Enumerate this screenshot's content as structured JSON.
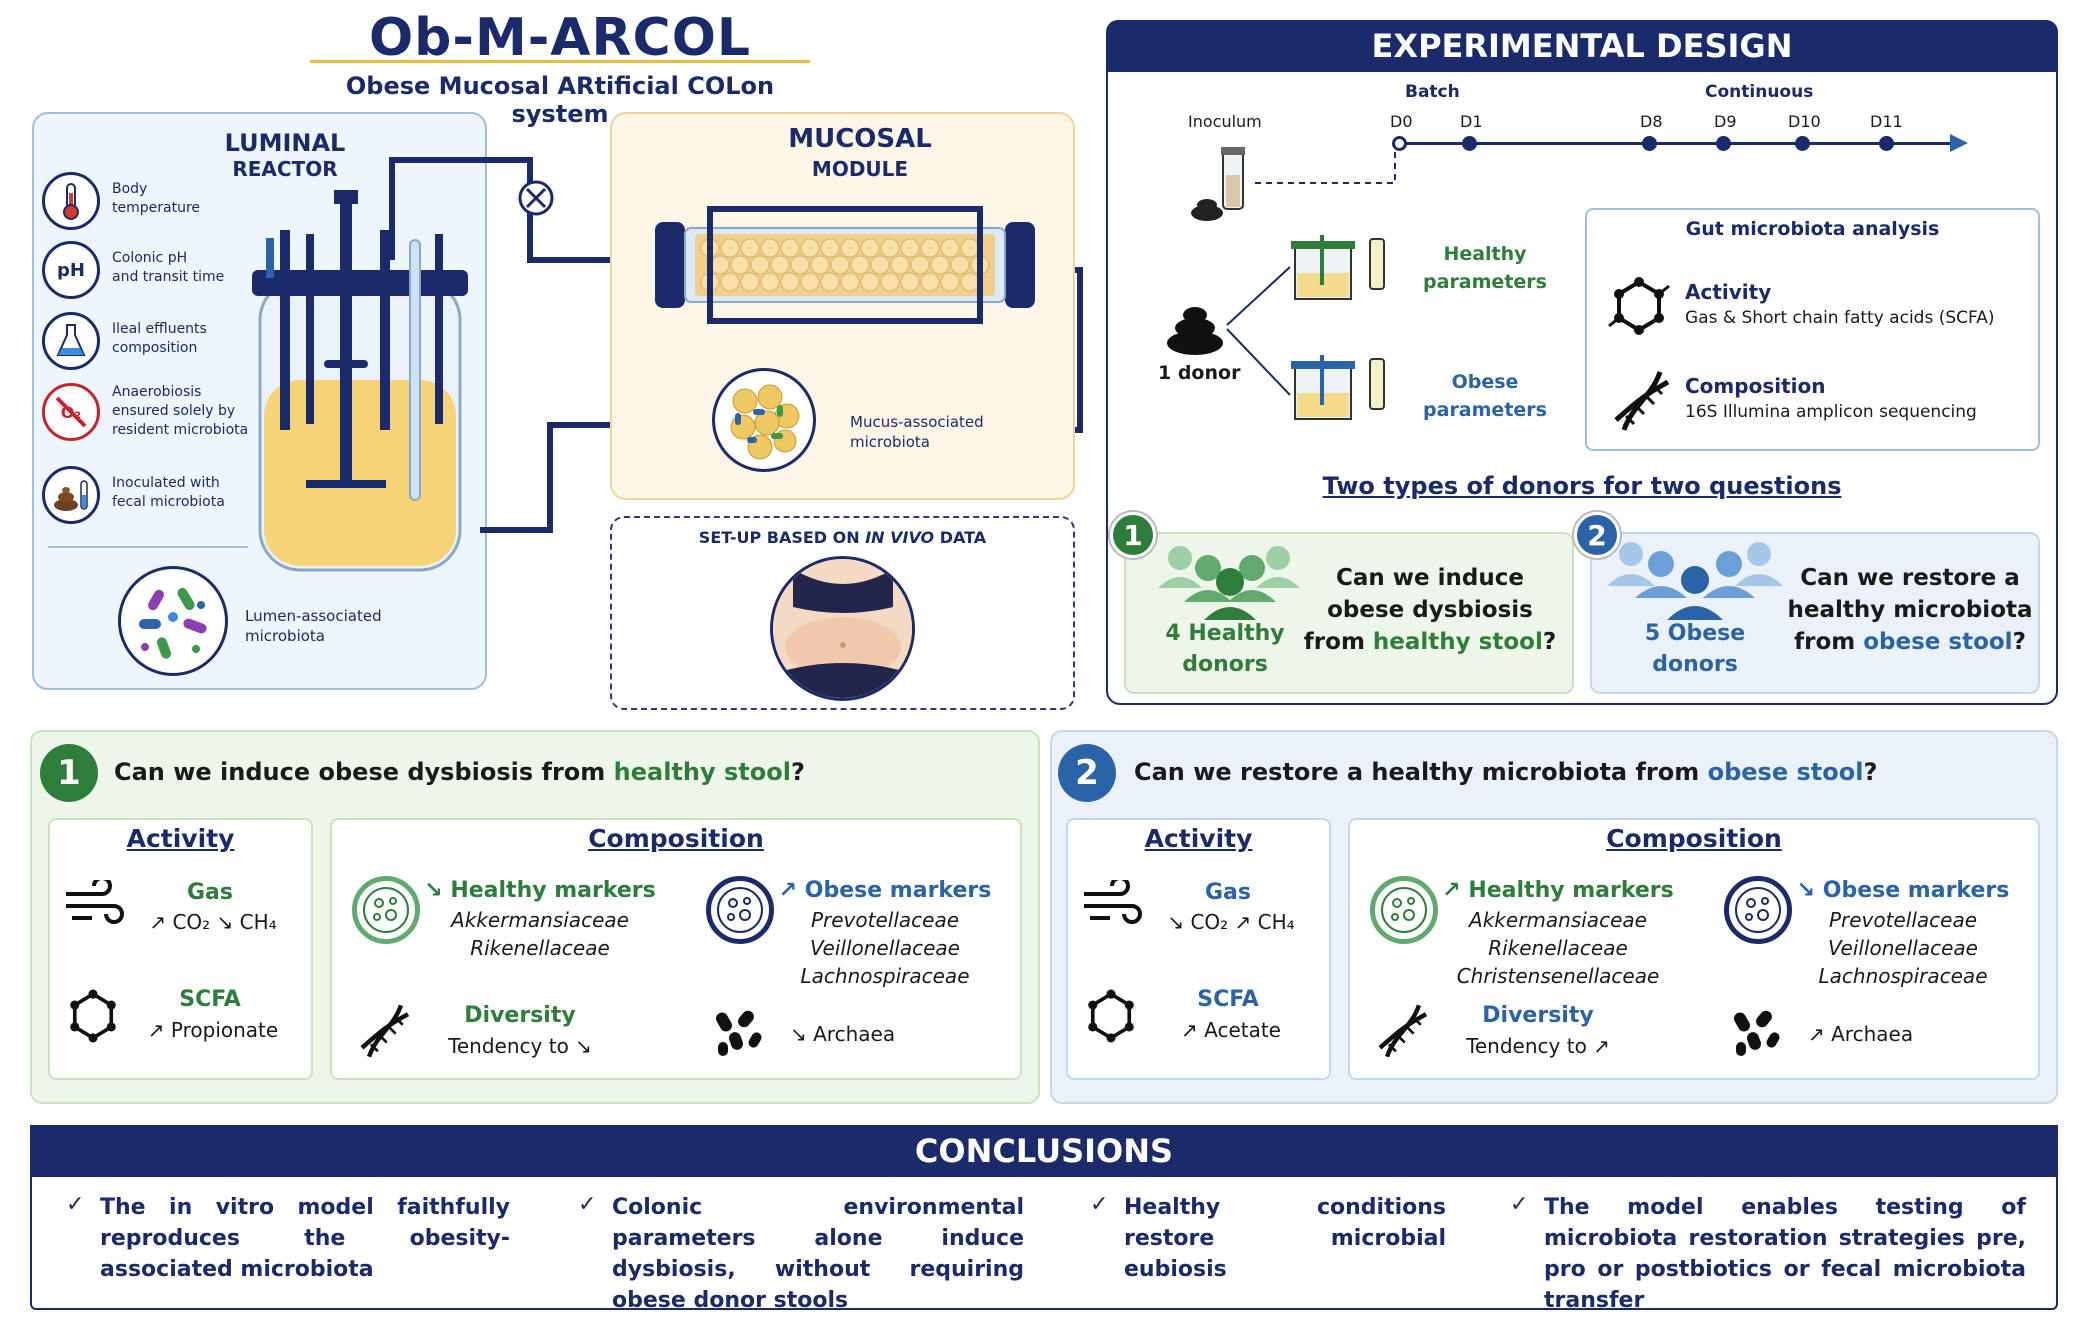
{
  "header": {
    "title": "Ob-M-ARCOL",
    "subtitle": "Obese Mucosal ARtificial COLon system"
  },
  "luminal": {
    "title_line1": "LUMINAL",
    "title_line2": "REACTOR",
    "params": [
      {
        "line1": "Body",
        "line2": "temperature",
        "icon": "thermometer-icon"
      },
      {
        "line1": "Colonic pH",
        "line2": "and transit time",
        "icon": "ph-clock-icon"
      },
      {
        "line1": "Ileal effluents",
        "line2": "composition",
        "icon": "flask-icon"
      },
      {
        "line1": "Anaerobiosis",
        "line2": "ensured solely by",
        "line3": "resident microbiota",
        "icon": "no-oxygen-icon"
      },
      {
        "line1": "Inoculated with",
        "line2": "fecal microbiota",
        "icon": "stool-tube-icon"
      }
    ],
    "lumen_label_line1": "Lumen-associated",
    "lumen_label_line2": "microbiota",
    "o2_glyph": "O₂",
    "ph_glyph": "pH"
  },
  "mucosal": {
    "title_line1": "MUCOSAL",
    "title_line2": "MODULE",
    "label_line1": "Mucus-associated",
    "label_line2": "microbiota"
  },
  "invivo": {
    "label_prefix": "SET-UP BASED ON ",
    "label_italic": "IN VIVO",
    "label_suffix": " DATA"
  },
  "experimental": {
    "title": "EXPERIMENTAL DESIGN",
    "inoculum": "Inoculum",
    "batch": "Batch",
    "continuous": "Continuous",
    "days": [
      "D0",
      "D1",
      "D8",
      "D9",
      "D10",
      "D11"
    ],
    "donor": "1 donor",
    "healthy_params_line1": "Healthy",
    "healthy_params_line2": "parameters",
    "obese_params_line1": "Obese",
    "obese_params_line2": "parameters",
    "gma_title": "Gut microbiota analysis",
    "activity": "Activity",
    "activity_sub": "Gas & Short chain fatty acids (SCFA)",
    "composition": "Composition",
    "composition_sub": "16S Illumina amplicon sequencing",
    "two_types": "Two types of donors for two questions",
    "q1": {
      "num": "1",
      "donors_line1": "4 Healthy",
      "donors_line2": "donors",
      "line1": "Can we induce",
      "line2": "obese dysbiosis",
      "line3_prefix": "from ",
      "line3_colored": "healthy stool",
      "line3_suffix": "?"
    },
    "q2": {
      "num": "2",
      "donors_line1": "5 Obese",
      "donors_line2": "donors",
      "line1": "Can we restore a",
      "line2": "healthy microbiota",
      "line3_prefix": "from ",
      "line3_colored": "obese stool",
      "line3_suffix": "?"
    }
  },
  "results": [
    {
      "num": "1",
      "question_prefix": "Can we induce obese dysbiosis from ",
      "question_colored": "healthy stool",
      "question_suffix": "?",
      "activity_title": "Activity",
      "gas_title": "Gas",
      "gas_values": "↗ CO₂   ↘ CH₄",
      "scfa_title": "SCFA",
      "scfa_value": "↗ Propionate",
      "composition_title": "Composition",
      "healthy_markers": "↘ Healthy markers",
      "healthy_list": [
        "Akkermansiaceae",
        "Rikenellaceae"
      ],
      "obese_markers": "↗ Obese markers",
      "obese_list": [
        "Prevotellaceae",
        "Veillonellaceae",
        "Lachnospiraceae"
      ],
      "diversity_title": "Diversity",
      "diversity_value": "Tendency to ↘",
      "archaea": "↘ Archaea"
    },
    {
      "num": "2",
      "question_prefix": "Can we restore a healthy microbiota from ",
      "question_colored": "obese stool",
      "question_suffix": "?",
      "activity_title": "Activity",
      "gas_title": "Gas",
      "gas_values": "↘ CO₂   ↗ CH₄",
      "scfa_title": "SCFA",
      "scfa_value": "↗ Acetate",
      "composition_title": "Composition",
      "healthy_markers": "↗ Healthy markers",
      "healthy_list": [
        "Akkermansiaceae",
        "Rikenellaceae",
        "Christensenellaceae"
      ],
      "obese_markers": "↘ Obese markers",
      "obese_list": [
        "Prevotellaceae",
        "Veillonellaceae",
        "Lachnospiraceae"
      ],
      "diversity_title": "Diversity",
      "diversity_value": "Tendency to ↗",
      "archaea": "↗ Archaea"
    }
  ],
  "conclusions": {
    "title": "CONCLUSIONS",
    "check": "✓",
    "items": [
      "The in vitro model faithfully reproduces the obesity-associated microbiota",
      "Colonic environmental parameters alone induce dysbiosis, without requiring obese donor stools",
      "Healthy conditions restore microbial eubiosis",
      "The model enables testing of microbiota restoration strategies pre, pro or postbiotics or fecal microbiota transfer"
    ]
  },
  "colors": {
    "navy": "#1b2a6b",
    "green": "#2e7d3a",
    "blue": "#2a63a8",
    "gold": "#e8b93a"
  }
}
